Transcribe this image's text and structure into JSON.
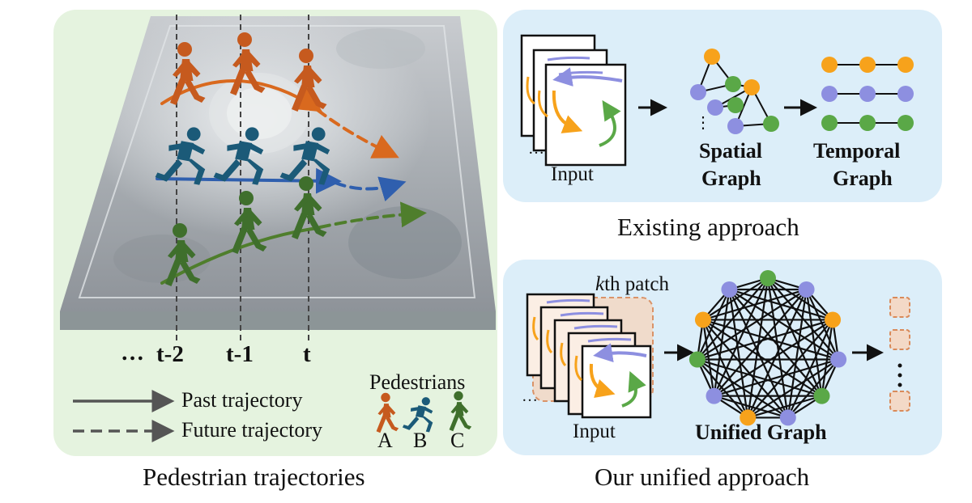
{
  "left": {
    "caption": "Pedestrian trajectories",
    "time_labels": {
      "ellipsis": "…",
      "t2": "t-2",
      "t1": "t-1",
      "t": "t"
    },
    "legend": {
      "past": "Past trajectory",
      "future": "Future trajectory",
      "pedestrians_title": "Pedestrians",
      "peds": [
        "A",
        "B",
        "C"
      ]
    }
  },
  "top_right": {
    "input_label": "Input",
    "spatial_line1": "Spatial",
    "spatial_line2": "Graph",
    "temporal_line1": "Temporal",
    "temporal_line2": "Graph",
    "caption": "Existing approach"
  },
  "bottom_right": {
    "patch_k": "k",
    "patch_rest": "th patch",
    "input_label": "Input",
    "unified_label": "Unified Graph",
    "caption": "Our unified approach"
  },
  "colors": {
    "orange_ped": "#c65a1e",
    "blue_ped": "#1b5a78",
    "green_ped": "#3f6f2c",
    "orange_node": "#f7a21b",
    "purple_node": "#8d8fe0",
    "green_node": "#5aa847",
    "left_bg": "#e5f3df",
    "right_bg": "#dceef9"
  }
}
